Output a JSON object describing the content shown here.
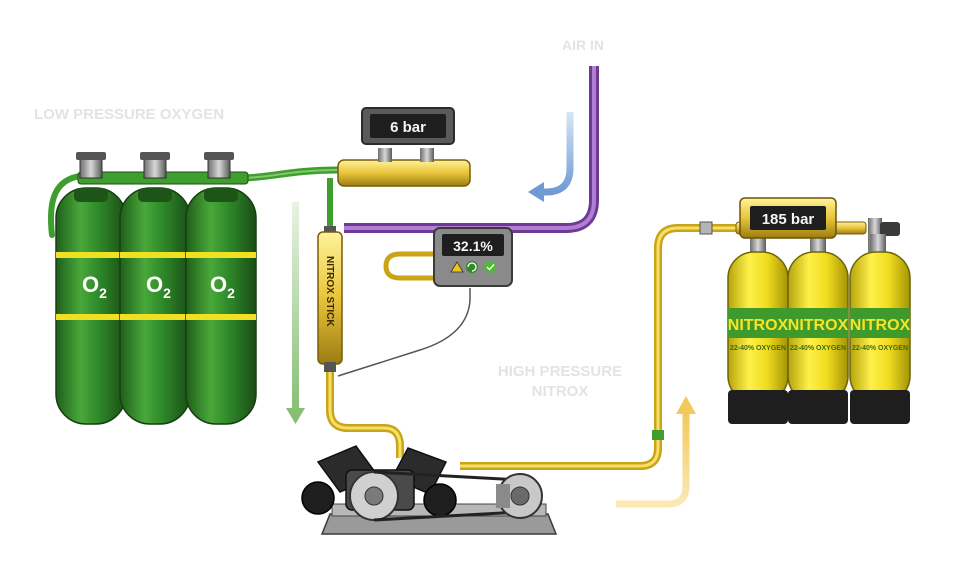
{
  "labels": {
    "low_pressure_oxygen": "LOW PRESSURE OXYGEN",
    "air_in": "AIR IN",
    "high_pressure_nitrox_line1": "HIGH PRESSURE",
    "high_pressure_nitrox_line2": "NITROX"
  },
  "gauges": {
    "oxygen_regulator": "6 bar",
    "analyzer": "32.1%",
    "nitrox_manifold": "185 bar"
  },
  "cylinders": {
    "oxygen": {
      "count": 3,
      "label_main": "O",
      "label_sub": "2",
      "color": "#2f8a2a"
    },
    "nitrox": {
      "count": 3,
      "label_main": "NITROX",
      "label_sub": "22-40% OXYGEN",
      "color": "#f2e21c"
    }
  },
  "stick": {
    "label": "NITROX STICK"
  },
  "colors": {
    "oxygen_hose": "#3e9e2e",
    "air_hose": "#8a4fb5",
    "nitrox_hose": "#e4c021",
    "arrow_air": "#8fb3df",
    "arrow_down": "#9cc98e",
    "arrow_up": "#f5d27a"
  },
  "icons": [
    "warning-icon",
    "refresh-icon",
    "check-icon"
  ]
}
